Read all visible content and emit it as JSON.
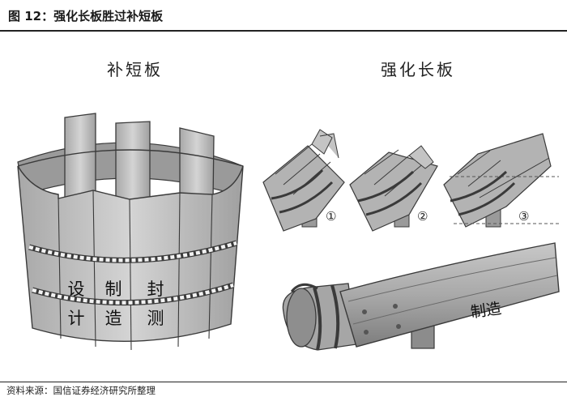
{
  "figure": {
    "title": "图 12：强化长板胜过补短板",
    "source": "资料来源：国信证券经济研究所整理"
  },
  "left_panel": {
    "title": "补短板",
    "stave_labels": [
      "设",
      "计",
      "制",
      "造",
      "封",
      "测"
    ]
  },
  "right_panel": {
    "title": "强化长板",
    "step_markers": [
      "①",
      "②",
      "③"
    ],
    "long_stave_label": "制造"
  },
  "colors": {
    "wood": "#bfbfbf",
    "wood_dark": "#8c8c8c",
    "outline": "#3a3a3a",
    "rope": "#f2f2f2"
  }
}
